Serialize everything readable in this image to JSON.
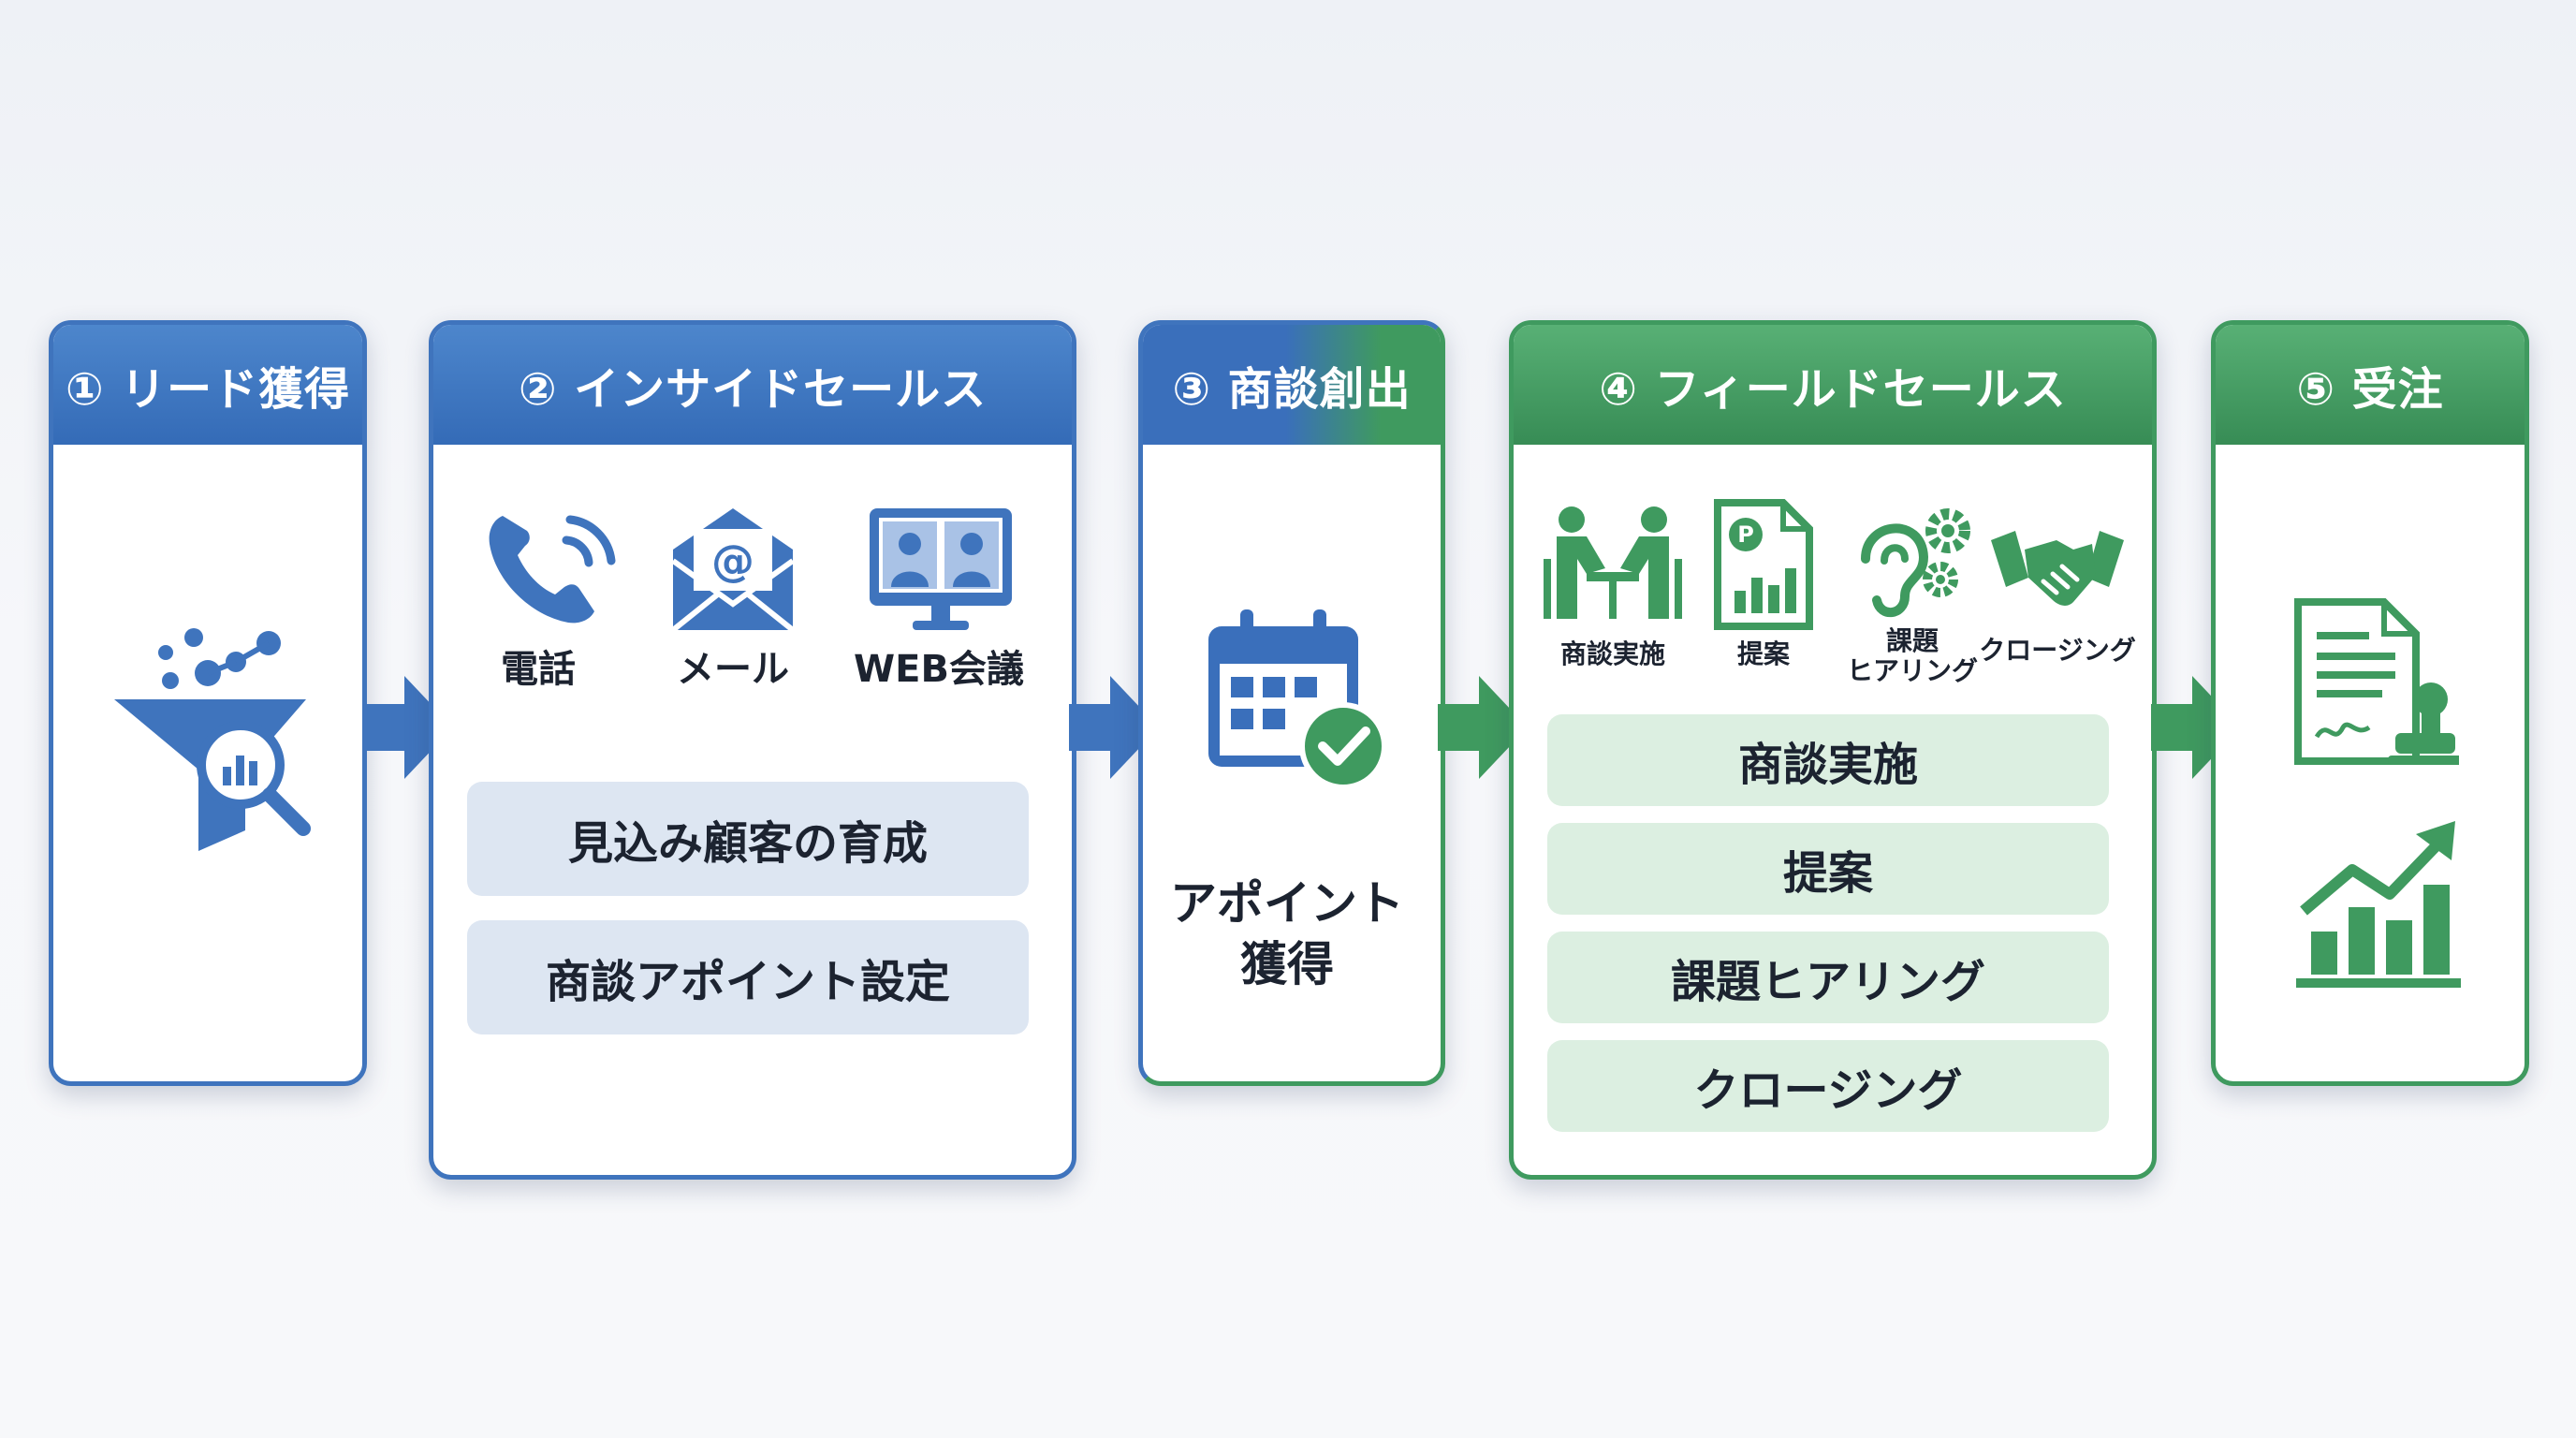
{
  "colors": {
    "blue": "#3f74bd",
    "green": "#3f9a5f",
    "pill_blue": "#dde6f2",
    "pill_green": "#dcefe1"
  },
  "stages": [
    {
      "header": "① リード獲得",
      "icon": "funnel-analytics-icon"
    },
    {
      "header": "② インサイドセールス",
      "icons": [
        {
          "icon": "phone-icon",
          "label": "電話"
        },
        {
          "icon": "mail-icon",
          "label": "メール"
        },
        {
          "icon": "web-meeting-icon",
          "label": "WEB会議"
        }
      ],
      "items": [
        "見込み顧客の育成",
        "商談アポイント設定"
      ]
    },
    {
      "header": "③ 商談創出",
      "icon": "calendar-check-icon",
      "text_line1": "アポイント",
      "text_line2": "獲得"
    },
    {
      "header": "④ フィールドセールス",
      "icons": [
        {
          "icon": "meeting-icon",
          "label": "商談実施"
        },
        {
          "icon": "proposal-document-icon",
          "label": "提案"
        },
        {
          "icon": "ear-gears-icon",
          "label_line1": "課題",
          "label_line2": "ヒアリング"
        },
        {
          "icon": "handshake-icon",
          "label": "クロージング"
        }
      ],
      "items": [
        "商談実施",
        "提案",
        "課題ヒアリング",
        "クロージング"
      ]
    },
    {
      "header": "⑤ 受注",
      "icons": [
        "contract-stamp-icon",
        "growth-chart-icon"
      ]
    }
  ]
}
